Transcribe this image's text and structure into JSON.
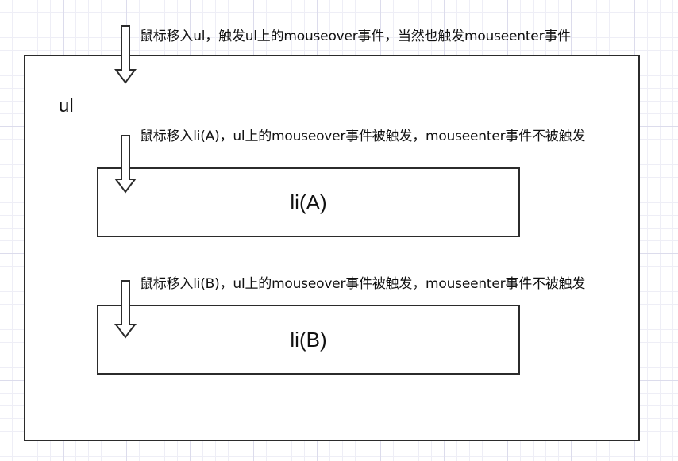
{
  "diagram": {
    "container": {
      "label": "ul"
    },
    "items": [
      {
        "label": "li(A)"
      },
      {
        "label": "li(B)"
      }
    ],
    "annotations": {
      "enter_ul": "鼠标移入ul，触发ul上的mouseover事件，当然也触发mouseenter事件",
      "enter_li_a": "鼠标移入li(A)，ul上的mouseover事件被触发，mouseenter事件不被触发",
      "enter_li_b": "鼠标移入li(B)，ul上的mouseover事件被触发，mouseenter事件不被触发"
    },
    "arrows": [
      {
        "icon": "down-arrow-icon"
      },
      {
        "icon": "down-arrow-icon"
      },
      {
        "icon": "down-arrow-icon"
      }
    ]
  }
}
